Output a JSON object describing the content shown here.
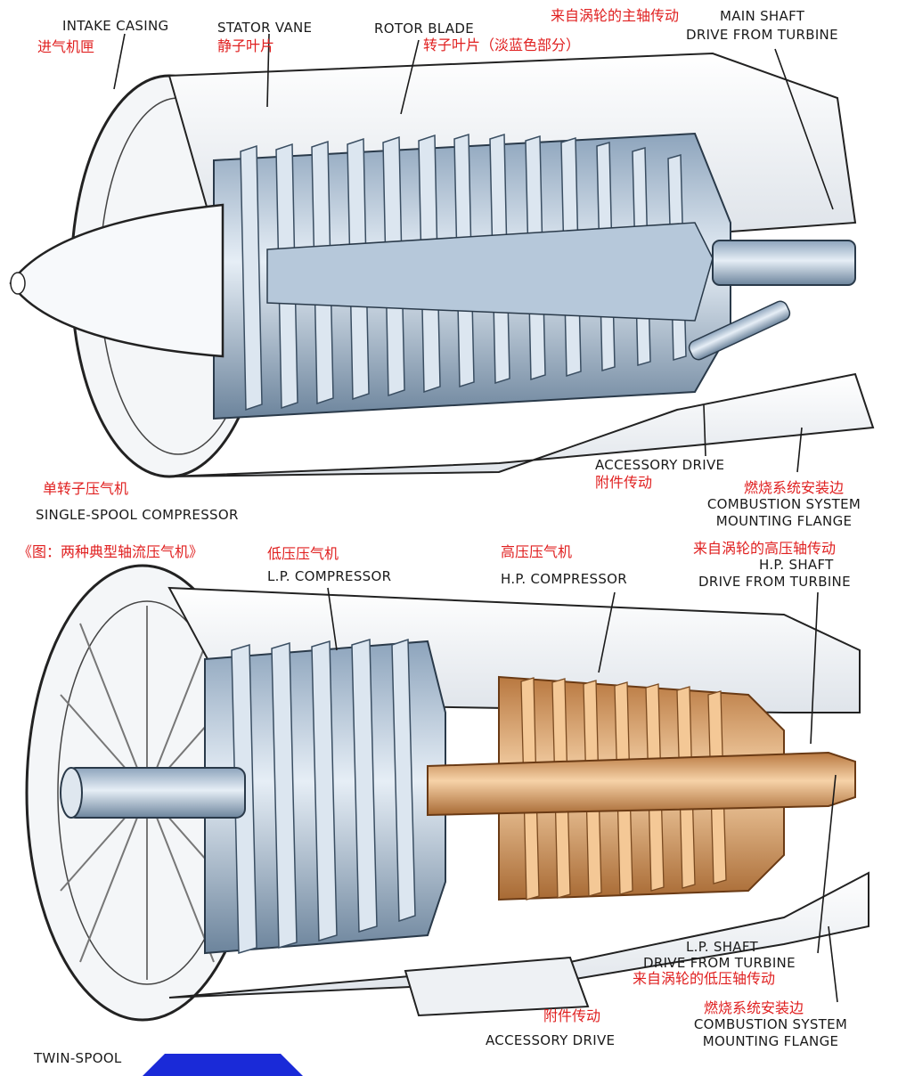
{
  "top": {
    "intake_en": "INTAKE CASING",
    "intake_cn": "进气机匣",
    "stator_en": "STATOR VANE",
    "stator_cn": "静子叶片",
    "rotor_en": "ROTOR BLADE",
    "rotor_cn": "转子叶片（淡蓝色部分）",
    "main_shaft_cn": "来自涡轮的主轴传动",
    "main_shaft_en_1": "MAIN SHAFT",
    "main_shaft_en_2": "DRIVE FROM TURBINE",
    "accessory_en": "ACCESSORY DRIVE",
    "accessory_cn": "附件传动",
    "combustion_cn": "燃烧系统安装边",
    "combustion_en_1": "COMBUSTION SYSTEM",
    "combustion_en_2": "MOUNTING FLANGE",
    "title_cn": "单转子压气机",
    "title_en": "SINGLE-SPOOL COMPRESSOR"
  },
  "caption_cn": "《图：两种典型轴流压气机》",
  "bottom": {
    "lp_cn": "低压压气机",
    "lp_en": "L.P. COMPRESSOR",
    "hp_cn": "高压压气机",
    "hp_en": "H.P. COMPRESSOR",
    "hp_shaft_cn": "来自涡轮的高压轴传动",
    "hp_shaft_en_1": "H.P. SHAFT",
    "hp_shaft_en_2": "DRIVE FROM TURBINE",
    "lp_shaft_en_1": "L.P. SHAFT",
    "lp_shaft_en_2": "DRIVE FROM TURBINE",
    "lp_shaft_cn": "来自涡轮的低压轴传动",
    "accessory_cn": "附件传动",
    "accessory_en": "ACCESSORY DRIVE",
    "combustion_cn": "燃烧系统安装边",
    "combustion_en_1": "COMBUSTION SYSTEM",
    "combustion_en_2": "MOUNTING FLANGE",
    "title_en": "TWIN-SPOOL"
  },
  "colors": {
    "label_en": "#1a1a1a",
    "label_cn": "#e02020",
    "metal_blue": "#c8d8e8",
    "metal_shadow": "#5a7088",
    "hp_copper": "#e8b078",
    "tab_blue": "#1a2ad8"
  }
}
